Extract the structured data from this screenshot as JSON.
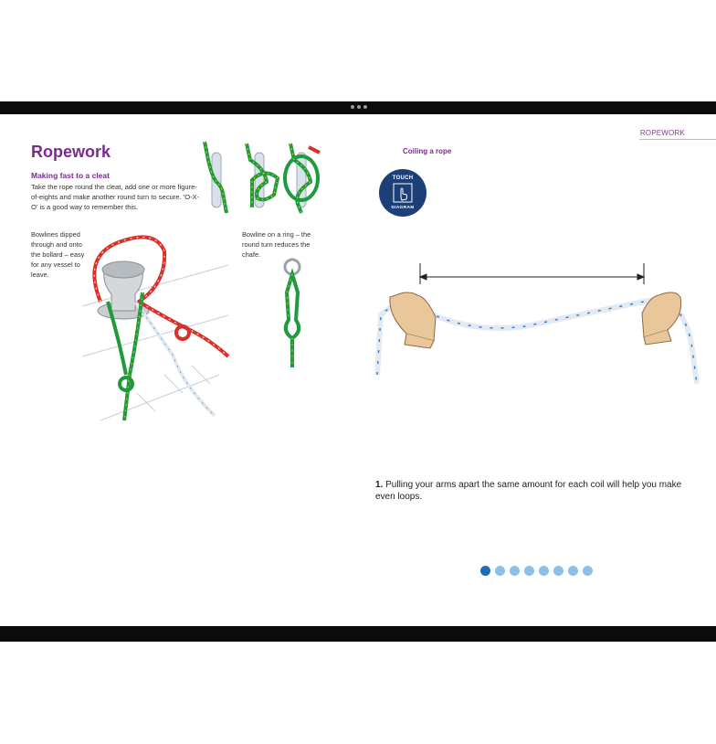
{
  "header": {
    "section_tag": "ROPEWORK"
  },
  "left_page": {
    "title": "Ropework",
    "subhead": "Making fast to a cleat",
    "intro": "Take the rope round the cleat, add one or more figure-of-eights and make another round turn to secure. 'O-X-O' is a good way to remember this.",
    "caption_bollard": "Bowlines dipped through and onto the bollard – easy for any vessel to leave.",
    "caption_ring": "Bowline on a ring – the round turn reduces the chafe."
  },
  "right_page": {
    "title": "Coiling a rope",
    "touch_badge": {
      "line1": "TOUCH",
      "line2": "DIAGRAM",
      "icon": "hand-touch-icon"
    },
    "step_number": "1.",
    "step_text": "Pulling your arms apart the same amount for each coil will help you make even loops.",
    "pager": {
      "count": 8,
      "active": 0
    }
  },
  "colors": {
    "accent": "#7a2a8f",
    "badge": "#1c3f77",
    "pager_active": "#1b6fb8",
    "pager_inactive": "#8cc0e8",
    "rope_green": "#1f9a3c",
    "rope_red": "#d9302a",
    "rope_white": "#e7edf4"
  }
}
